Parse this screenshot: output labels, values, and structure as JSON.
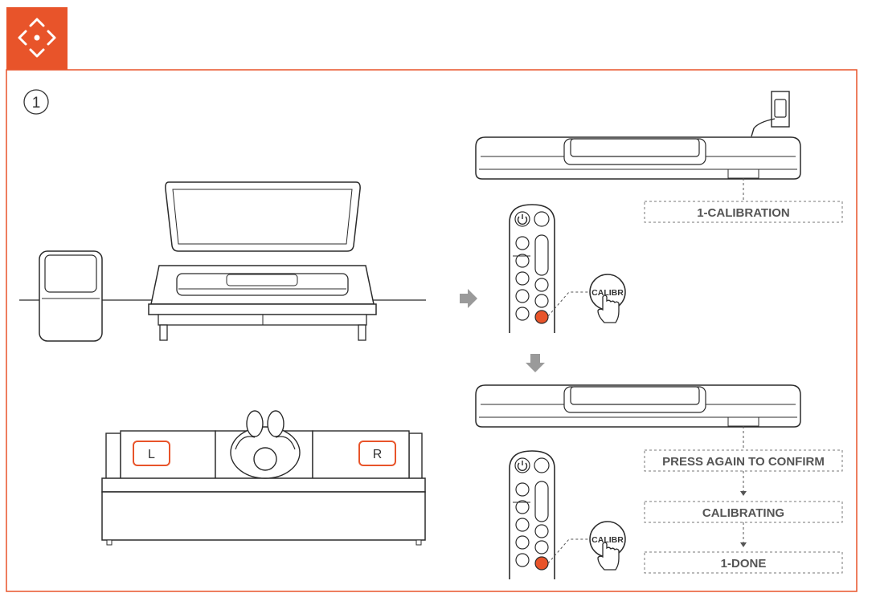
{
  "colors": {
    "accent": "#e8542a",
    "line": "#2b2b2b",
    "text": "#555555",
    "arrow": "#9a9a9a"
  },
  "header": {
    "icon": "calibration-icon"
  },
  "step": {
    "number": "1"
  },
  "room": {
    "left_cushion_label": "L",
    "right_cushion_label": "R"
  },
  "remote": {
    "button_label": "CALIBR"
  },
  "display": {
    "step1": "1-CALIBRATION",
    "step2": "PRESS AGAIN TO CONFIRM",
    "step3": "CALIBRATING",
    "step4": "1-DONE"
  }
}
